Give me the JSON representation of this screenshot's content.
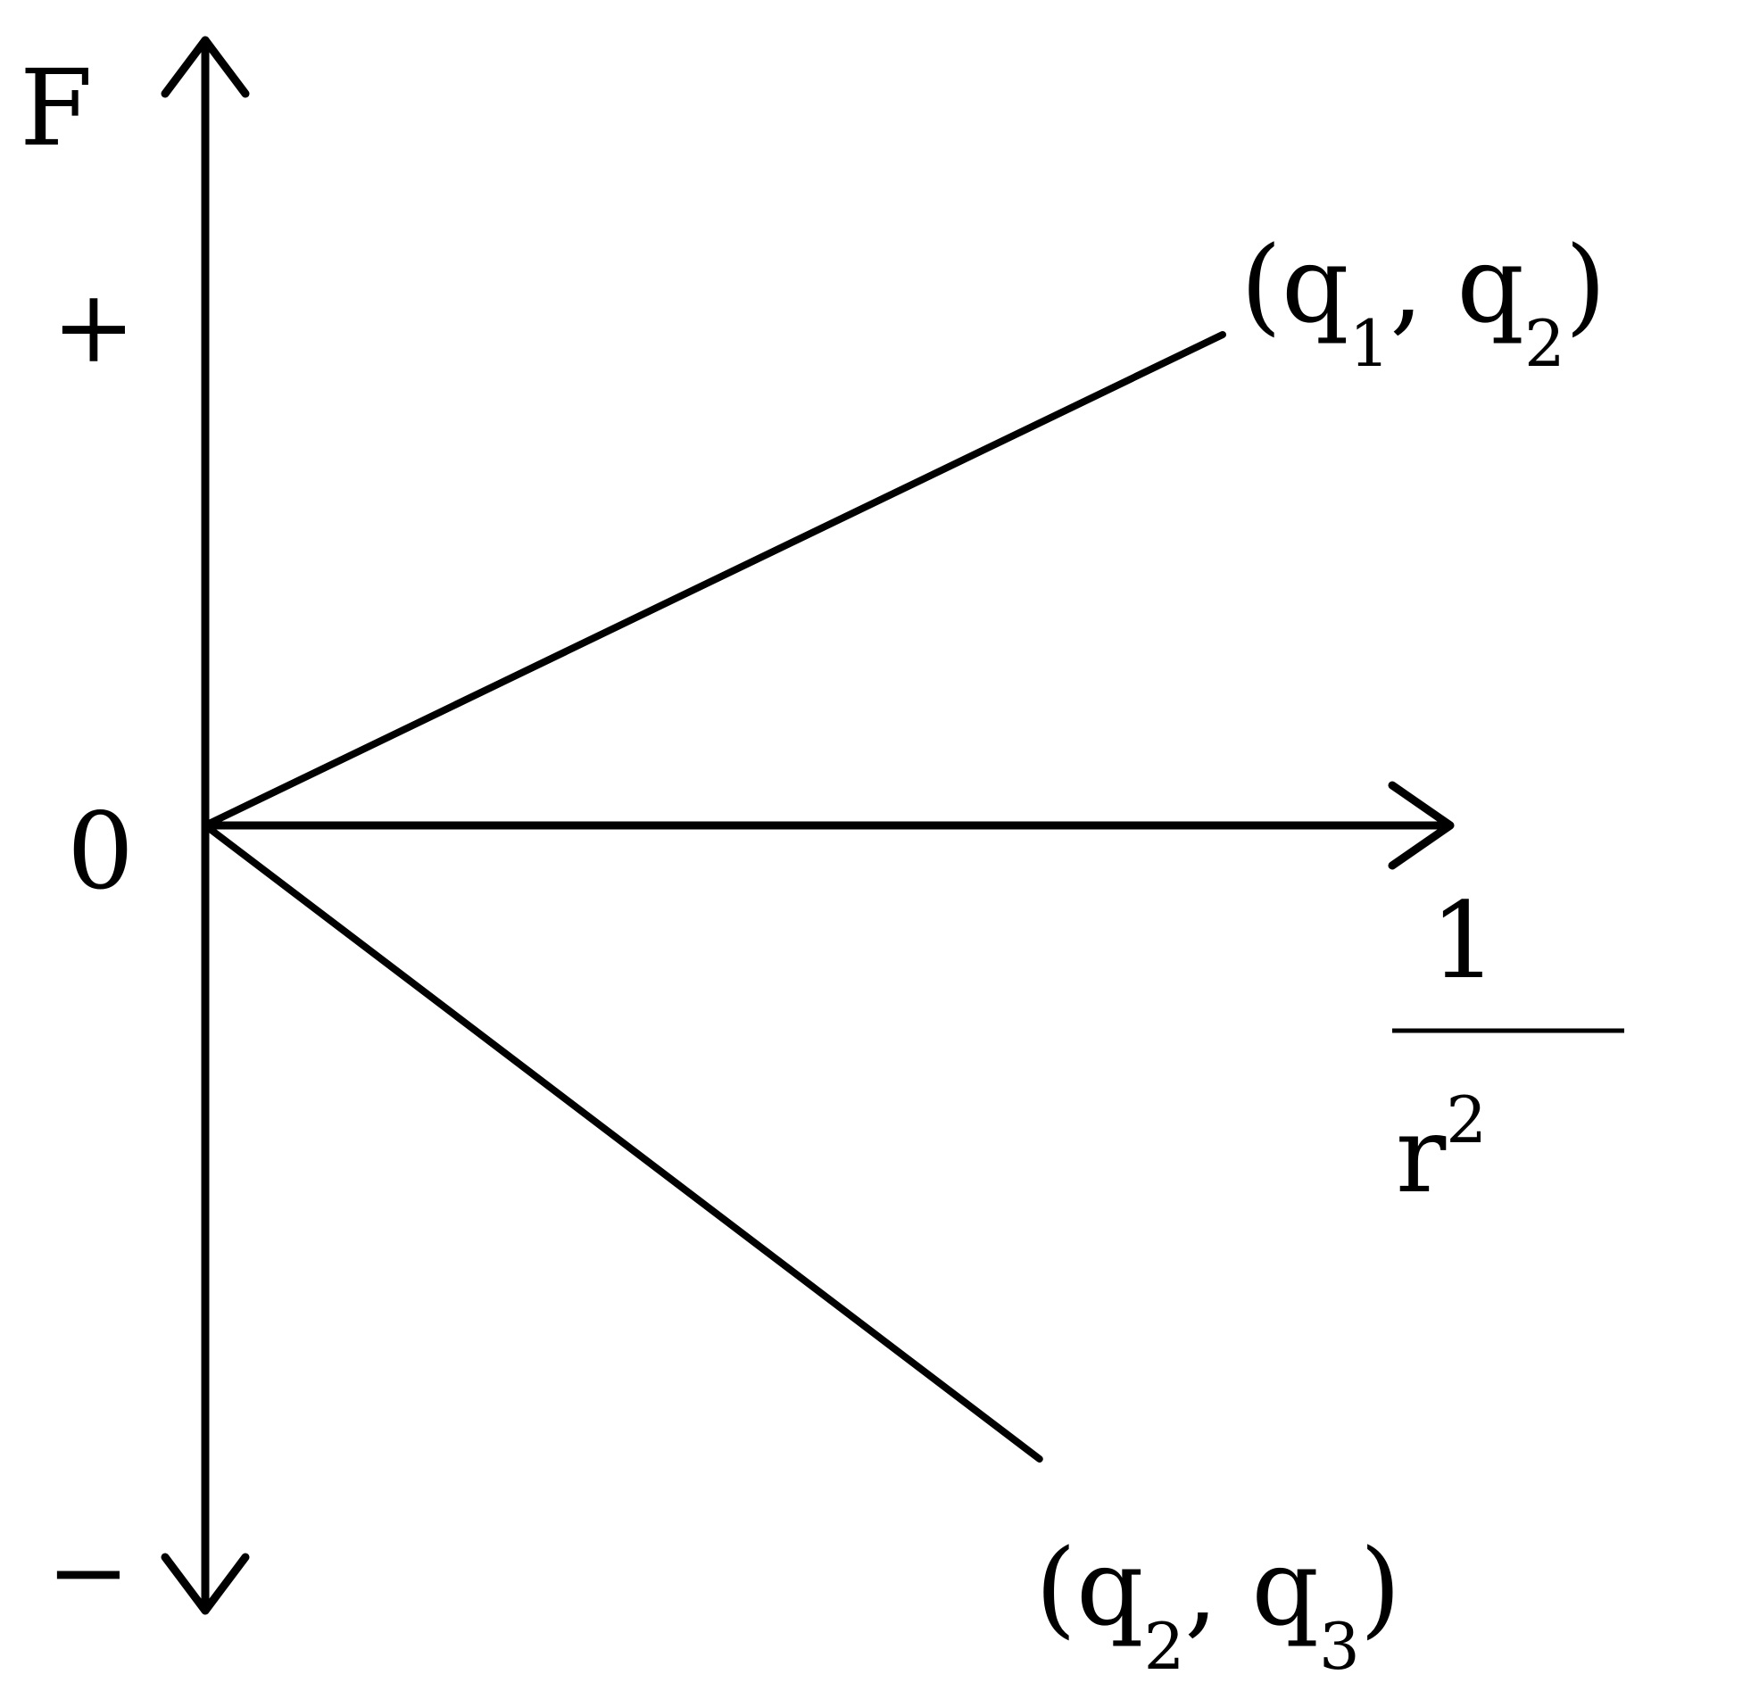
{
  "chart_data": {
    "type": "line",
    "xlabel": {
      "numerator": "1",
      "denominator_base": "r",
      "denominator_exponent": "2"
    },
    "ylabel": "F",
    "y_ticks": {
      "positive": "+",
      "zero": "0",
      "negative": "−"
    },
    "series": [
      {
        "name": "(q1, q2)",
        "label": {
          "open": "(q",
          "sub1": "1",
          "mid": ", q",
          "sub2": "2",
          "close": ")"
        },
        "x": [
          0,
          1
        ],
        "y": [
          0,
          0.55
        ]
      },
      {
        "name": "(q2, q3)",
        "label": {
          "open": "(q",
          "sub1": "2",
          "mid": ", q",
          "sub2": "3",
          "close": ")"
        },
        "x": [
          0,
          1
        ],
        "y": [
          0,
          -0.71
        ]
      }
    ],
    "colors": {
      "line": "#000000",
      "background": "#ffffff"
    }
  }
}
